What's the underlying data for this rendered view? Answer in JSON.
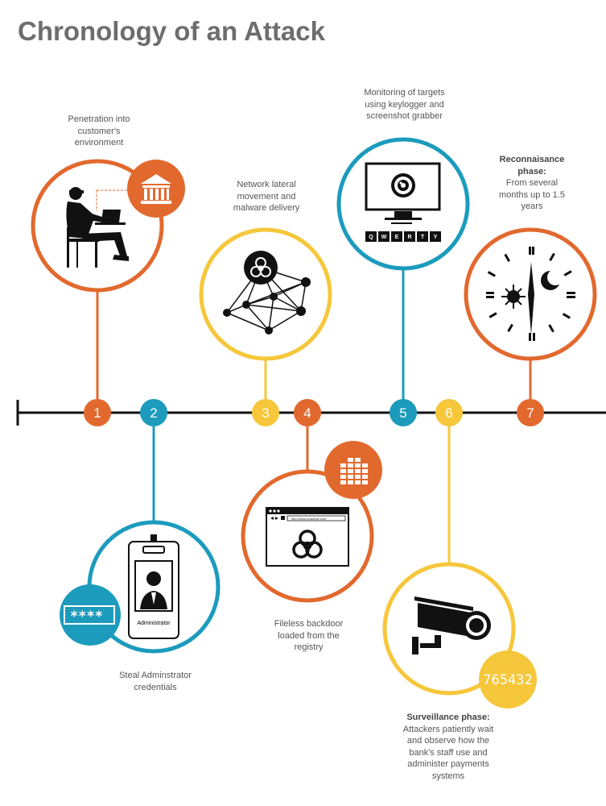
{
  "title": "Chronology of an Attack",
  "colors": {
    "orange": "#e2692e",
    "blue": "#1c9bbd",
    "yellow": "#f6c73b",
    "dark": "#111111",
    "text": "#555555"
  },
  "timeline": [
    {
      "number": "1",
      "color": "orange"
    },
    {
      "number": "2",
      "color": "blue"
    },
    {
      "number": "3",
      "color": "yellow"
    },
    {
      "number": "4",
      "color": "orange"
    },
    {
      "number": "5",
      "color": "blue"
    },
    {
      "number": "6",
      "color": "yellow"
    },
    {
      "number": "7",
      "color": "orange"
    }
  ],
  "stages": {
    "s1": {
      "caption": "Penetration into customer's environment",
      "icon": "hacker-at-laptop-icon",
      "badge_icon": "bank-icon"
    },
    "s2": {
      "caption": "Steal Adminstrator credentials",
      "badge_text": "****",
      "card_label": "Administrator",
      "icon": "id-badge-icon"
    },
    "s3": {
      "caption": "Network lateral movement and malware delivery",
      "icon": "network-biohazard-icon"
    },
    "s4": {
      "caption": "Fileless backdoor loaded from the registry",
      "url_text": "http://www.example.com",
      "icon": "browser-biohazard-icon",
      "badge_icon": "registry-grid-icon"
    },
    "s5": {
      "caption": "Monitoring of targets using keylogger and screenshot grabber",
      "keys": [
        "Q",
        "W",
        "E",
        "R",
        "T",
        "Y"
      ],
      "icon": "monitor-keyboard-icon"
    },
    "s6": {
      "heading": "Surveillance phase:",
      "caption": "Attackers patiently wait and observe how the bank's staff use and administer payments systems",
      "badge_text": "765432",
      "icon": "security-camera-icon"
    },
    "s7": {
      "heading": "Reconnaisance phase:",
      "caption": "From several months up to 1.5 years",
      "icon": "sun-moon-clock-icon"
    }
  }
}
